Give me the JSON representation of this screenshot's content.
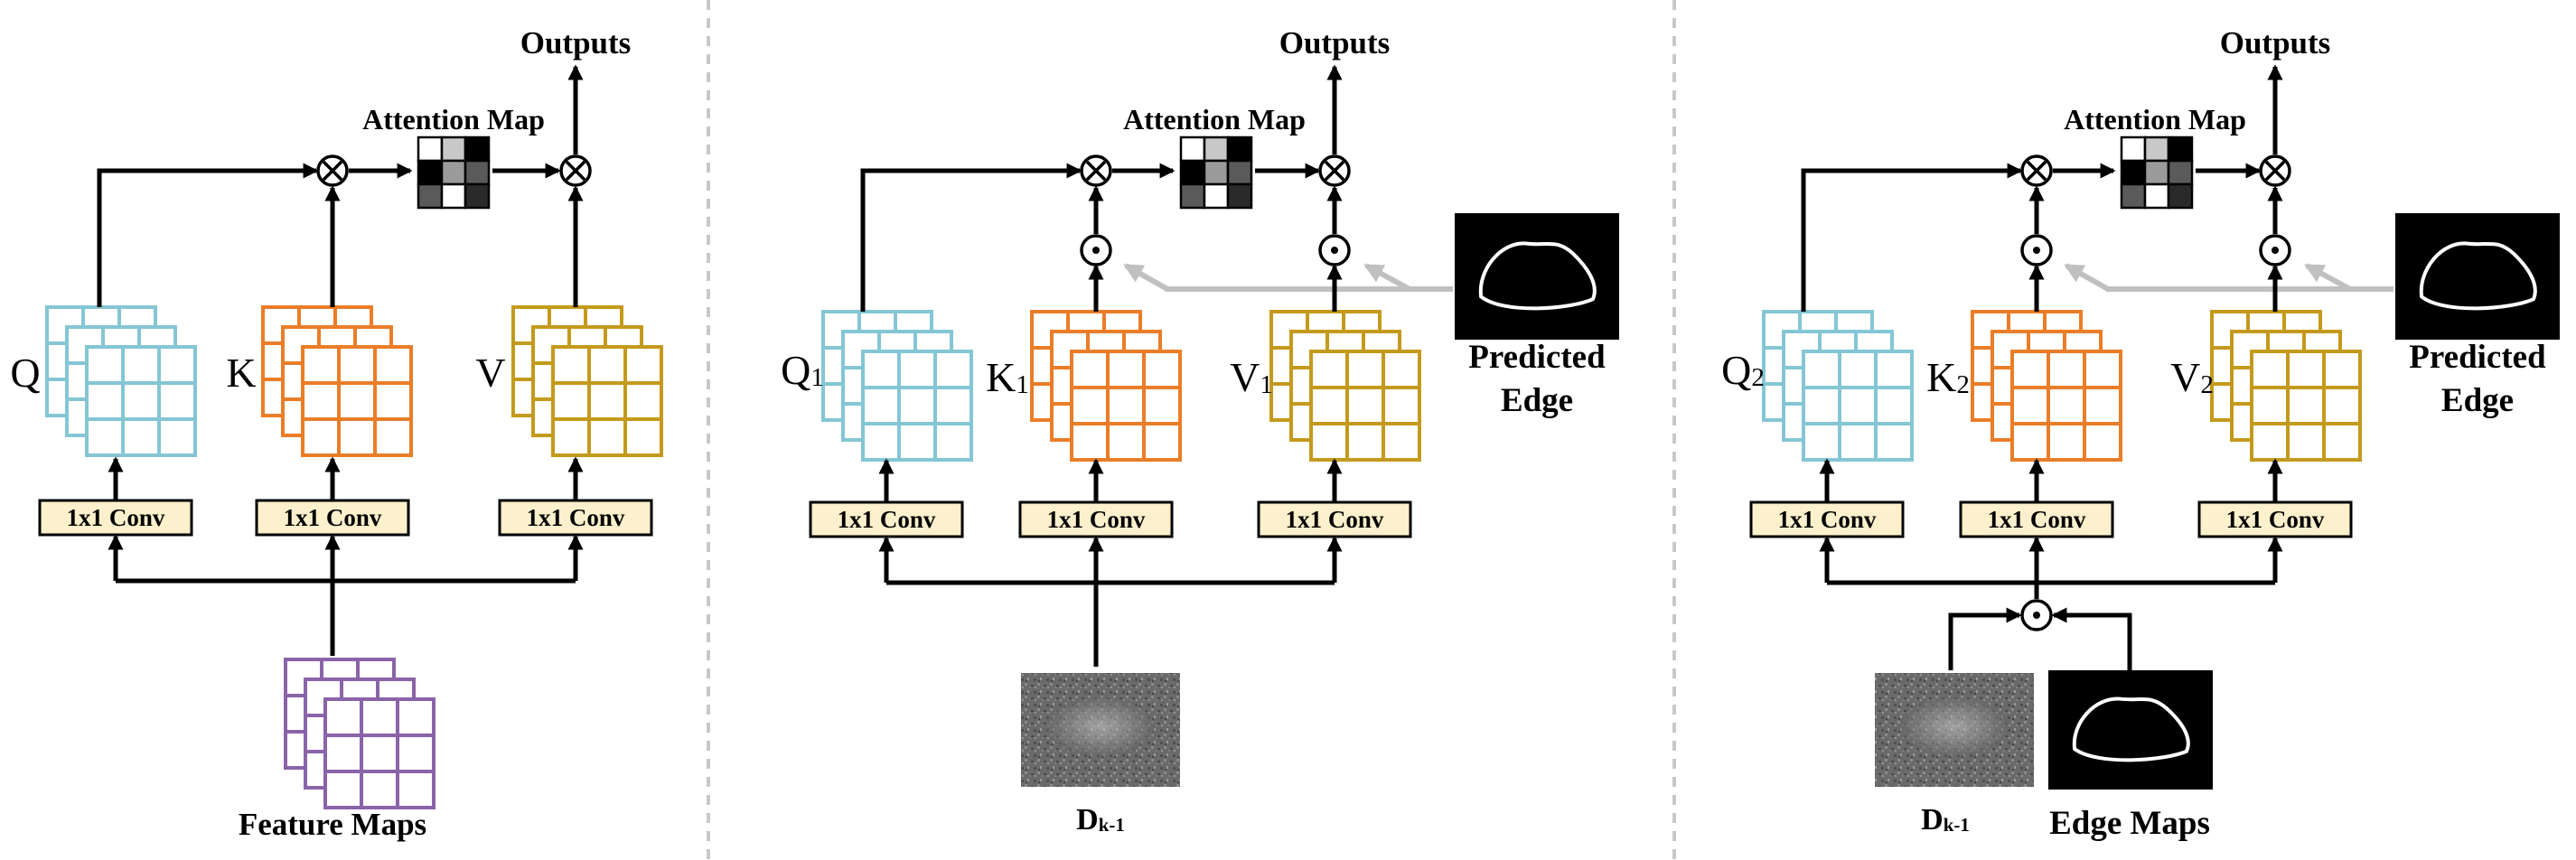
{
  "colors": {
    "query": "#84c6d4",
    "key": "#ea7d28",
    "value": "#c49a1c",
    "features": "#8a63a8",
    "conv_fill": "#fdf0cc",
    "arrow_gray": "#c0c0c0"
  },
  "icons": {
    "multiply": "circle-times-icon",
    "elementwise": "circle-dot-icon"
  },
  "panels": [
    {
      "id": "self-attention",
      "outputs": "Outputs",
      "attention_map": "Attention Map",
      "q": {
        "main": "Q",
        "sub": ""
      },
      "k": {
        "main": "K",
        "sub": ""
      },
      "v": {
        "main": "V",
        "sub": ""
      },
      "conv_q": "1x1 Conv",
      "conv_k": "1x1 Conv",
      "conv_v": "1x1 Conv",
      "input_label": "Feature Maps"
    },
    {
      "id": "edge-attention-1",
      "outputs": "Outputs",
      "attention_map": "Attention Map",
      "q": {
        "main": "Q",
        "sub": "1"
      },
      "k": {
        "main": "K",
        "sub": "1"
      },
      "v": {
        "main": "V",
        "sub": "1"
      },
      "conv_q": "1x1 Conv",
      "conv_k": "1x1 Conv",
      "conv_v": "1x1 Conv",
      "edge_label_1": "Predicted",
      "edge_label_2": "Edge",
      "input_main": "D",
      "input_sub": "k-1"
    },
    {
      "id": "edge-attention-2",
      "outputs": "Outputs",
      "attention_map": "Attention Map",
      "q": {
        "main": "Q",
        "sub": "2"
      },
      "k": {
        "main": "K",
        "sub": "2"
      },
      "v": {
        "main": "V",
        "sub": "2"
      },
      "conv_q": "1x1 Conv",
      "conv_k": "1x1 Conv",
      "conv_v": "1x1 Conv",
      "edge_label_1": "Predicted",
      "edge_label_2": "Edge",
      "input_main": "D",
      "input_sub": "k-1",
      "edge_maps_label": "Edge Maps"
    }
  ]
}
